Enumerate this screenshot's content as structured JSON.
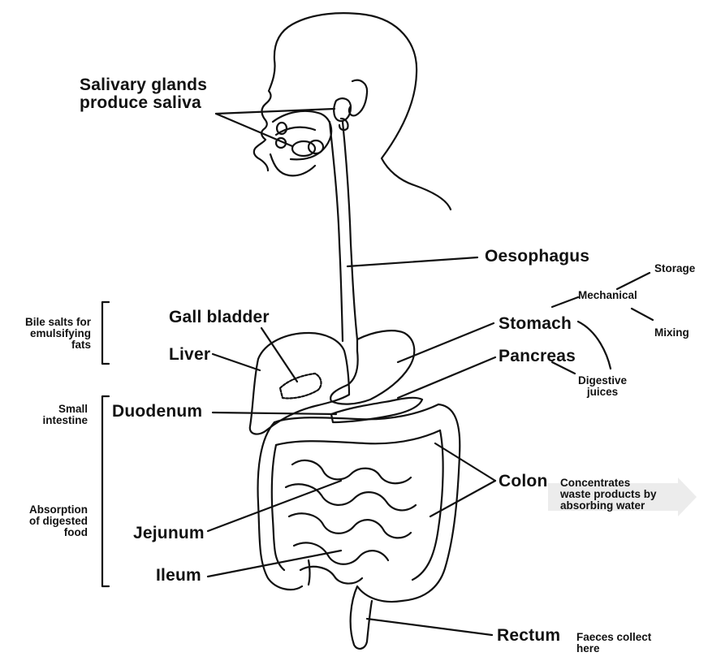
{
  "labels": {
    "salivary_line1": "Salivary glands",
    "salivary_line2": "produce saliva",
    "oesophagus": "Oesophagus",
    "storage": "Storage",
    "mechanical": "Mechanical",
    "mixing": "Mixing",
    "stomach": "Stomach",
    "pancreas": "Pancreas",
    "digestive_line1": "Digestive",
    "digestive_line2": "juices",
    "gall_bladder": "Gall bladder",
    "liver": "Liver",
    "duodenum": "Duodenum",
    "colon": "Colon",
    "concentrates_line1": "Concentrates",
    "concentrates_line2": "waste products by",
    "concentrates_line3": "absorbing water",
    "jejunum": "Jejunum",
    "ileum": "Ileum",
    "rectum": "Rectum",
    "faeces_line1": "Faeces collect",
    "faeces_line2": "here",
    "bile_line1": "Bile salts for",
    "bile_line2": "emulsifying",
    "bile_line3": "fats",
    "small_intestine_line1": "Small",
    "small_intestine_line2": "intestine",
    "absorption_line1": "Absorption",
    "absorption_line2": "of digested",
    "absorption_line3": "food"
  }
}
